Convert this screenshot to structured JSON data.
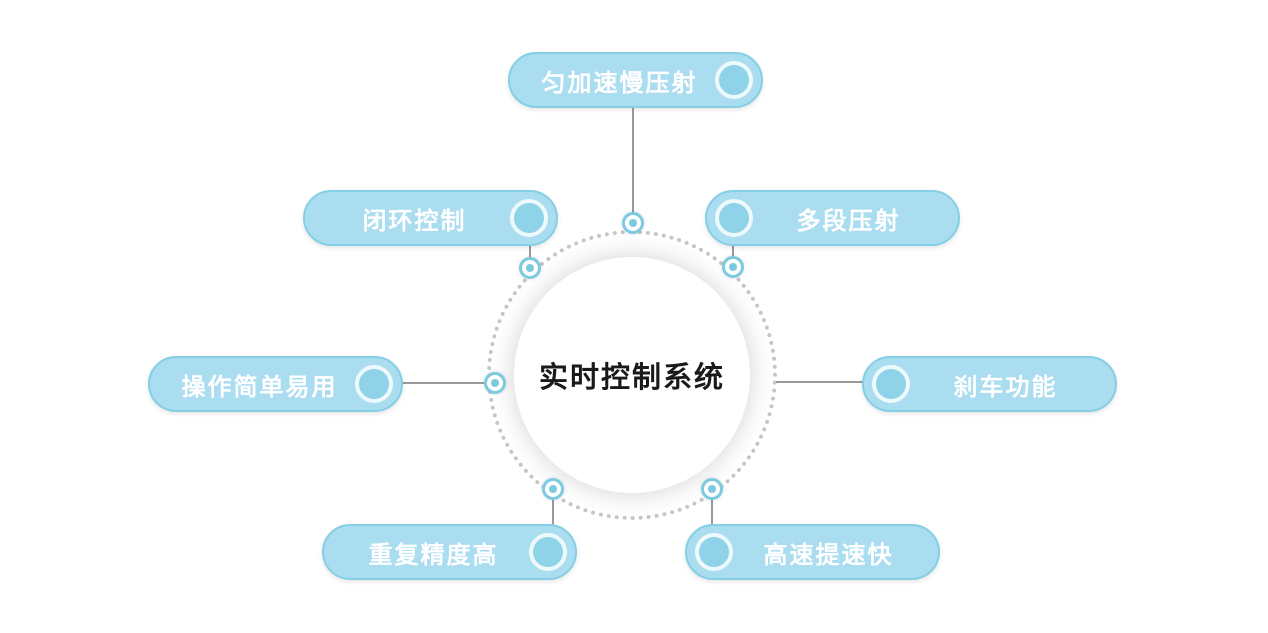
{
  "diagram": {
    "center": {
      "label": "实时控制系统"
    },
    "nodes": [
      {
        "id": "top",
        "label": "匀加速慢压射"
      },
      {
        "id": "upper-left",
        "label": "闭环控制"
      },
      {
        "id": "upper-right",
        "label": "多段压射"
      },
      {
        "id": "left",
        "label": "操作简单易用"
      },
      {
        "id": "right",
        "label": "刹车功能"
      },
      {
        "id": "bottom-left",
        "label": "重复精度高"
      },
      {
        "id": "bottom-right",
        "label": "高速提速快"
      }
    ],
    "colors": {
      "pill_fill": "#abddf0",
      "pill_border": "#85cfe6",
      "pill_icon_fill": "#8fd3e8",
      "pill_icon_ring": "#eef9fc",
      "pill_text": "#ffffff",
      "node_ring": "#7ccadf",
      "node_dot": "#7ccadf",
      "connector_line": "#9a9a9a",
      "dotted_ring": "#c6c6c6",
      "center_text": "#1a1a1a",
      "background": "#ffffff"
    }
  }
}
